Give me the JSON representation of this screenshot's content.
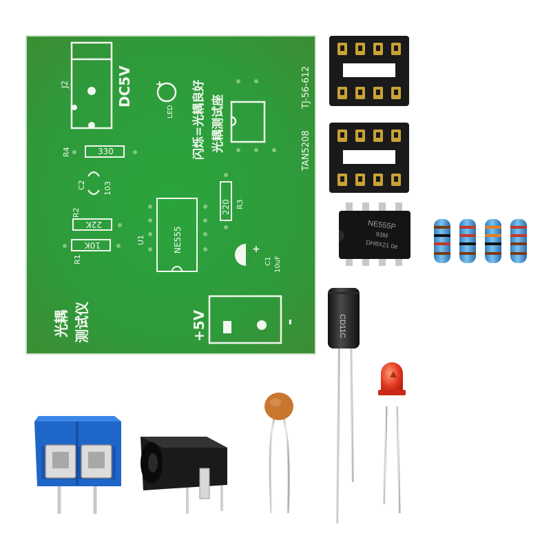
{
  "pcb": {
    "board_id": "TJ-56-612",
    "board_code": "TAN5208",
    "j2_label": "J2",
    "dc5v_label": "DC5V",
    "led_label": "LED",
    "led_symbol": "+",
    "blink_text": "闪烁=光耦良好",
    "socket_text": "光耦测试座",
    "r4_label": "R4",
    "r4_value": "330",
    "c2_label": "C2",
    "c2_value": "103",
    "r2_label": "R2",
    "r2_value": "22K",
    "r1_label": "R1",
    "r1_value": "10K",
    "u1_label": "U1",
    "u1_value": "NE555",
    "r3_label": "R3",
    "r3_value": "220",
    "c1_label": "C1",
    "c1_value": "10uF",
    "c1_plus": "+",
    "title_line1": "光耦",
    "title_line2": "测试仪",
    "plus5v_label": "+5V",
    "minus_label": "-"
  },
  "ic_chip": {
    "line1": "NE555P",
    "line2": "93M",
    "line3": "DH8X21 0e"
  },
  "capacitor": {
    "marking": "CD11C"
  },
  "colors": {
    "pcb_green": "#2e9a3c",
    "terminal_blue": "#1f66c9",
    "socket_black": "#1a1a1a",
    "resistor_blue": "#4d9fd9",
    "led_red": "#e23a22",
    "ceramic_orange": "#c9762f"
  }
}
